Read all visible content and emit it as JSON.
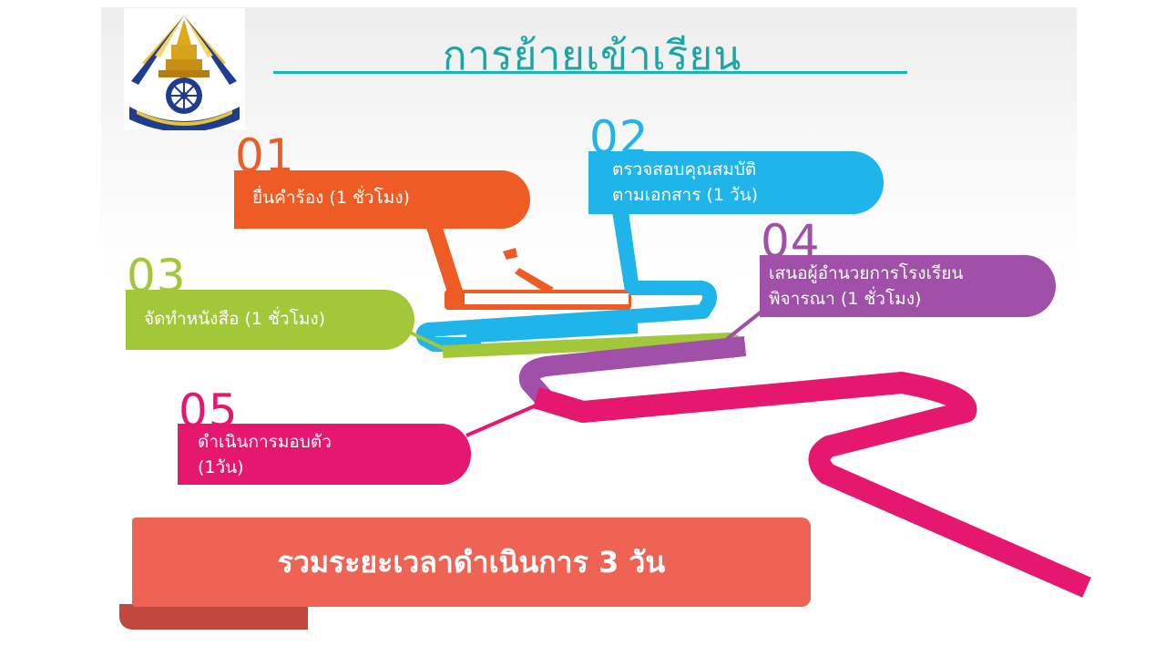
{
  "title": "การย้ายเข้าเรียน",
  "colors": {
    "teal": "#1ab7b4",
    "orange": "#ee5b24",
    "blue": "#1fb4ea",
    "green": "#a2c83a",
    "purple": "#a050a8",
    "magenta": "#e6176f",
    "coral": "#ee6354"
  },
  "steps": [
    {
      "number": "01",
      "lines": [
        "ยื่นคำร้อง (1 ชั่วโมง)"
      ]
    },
    {
      "number": "02",
      "lines": [
        "ตรวจสอบคุณสมบัติ",
        "ตามเอกสาร (1 วัน)"
      ]
    },
    {
      "number": "03",
      "lines": [
        "จัดทำหนังสือ (1 ชั่วโมง)"
      ]
    },
    {
      "number": "04",
      "lines": [
        "เสนอผู้อำนวยการโรงเรียน",
        "พิจารณา (1 ชั่วโมง)"
      ]
    },
    {
      "number": "05",
      "lines": [
        "ดำเนินการมอบตัว",
        "(1วัน)"
      ]
    }
  ],
  "total": "รวมระยะเวลาดำเนินการ 3 วัน"
}
